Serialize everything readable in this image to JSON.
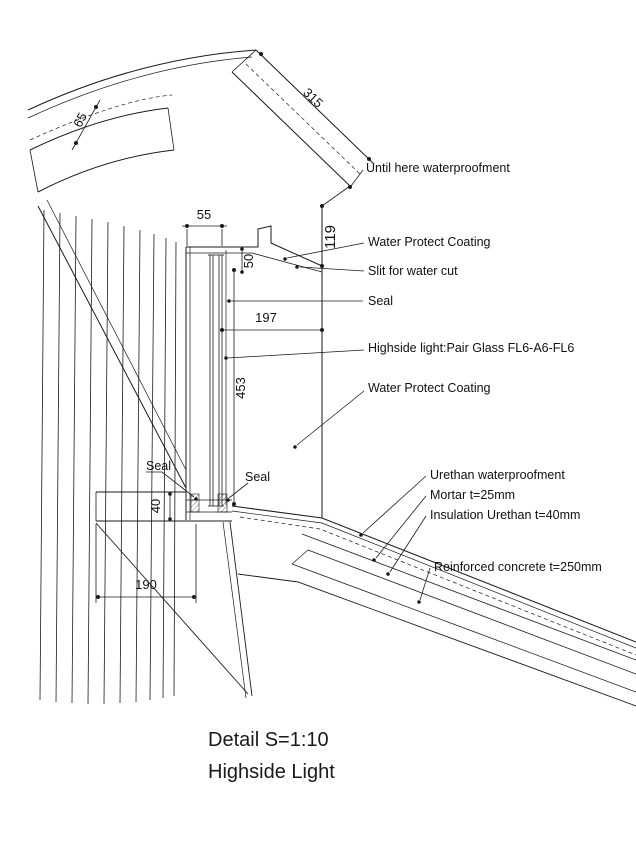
{
  "drawing": {
    "labels": {
      "until_here": "Until here waterproofment",
      "wpc_top": "Water Protect Coating",
      "slit": "Slit for water cut",
      "seal_top": "Seal",
      "highside": "Highside light:Pair Glass FL6-A6-FL6",
      "wpc_mid": "Water Protect Coating",
      "seal_left": "Seal",
      "seal_right": "Seal",
      "urethan": "Urethan waterproofment",
      "mortar": "Mortar t=25mm",
      "insulation": "Insulation Urethan t=40mm",
      "concrete": "Reinforced concrete t=250mm"
    },
    "dimensions": {
      "len_315": "315",
      "thk_65": "65",
      "w_55": "55",
      "h_119": "119",
      "h_50": "50",
      "w_197": "197",
      "h_453": "453",
      "h_40": "40",
      "w_190": "190"
    },
    "title": {
      "scale": "Detail S=1:10",
      "name": "Highside Light"
    },
    "colors": {
      "line": "#1b1b1b",
      "background": "#ffffff"
    }
  }
}
